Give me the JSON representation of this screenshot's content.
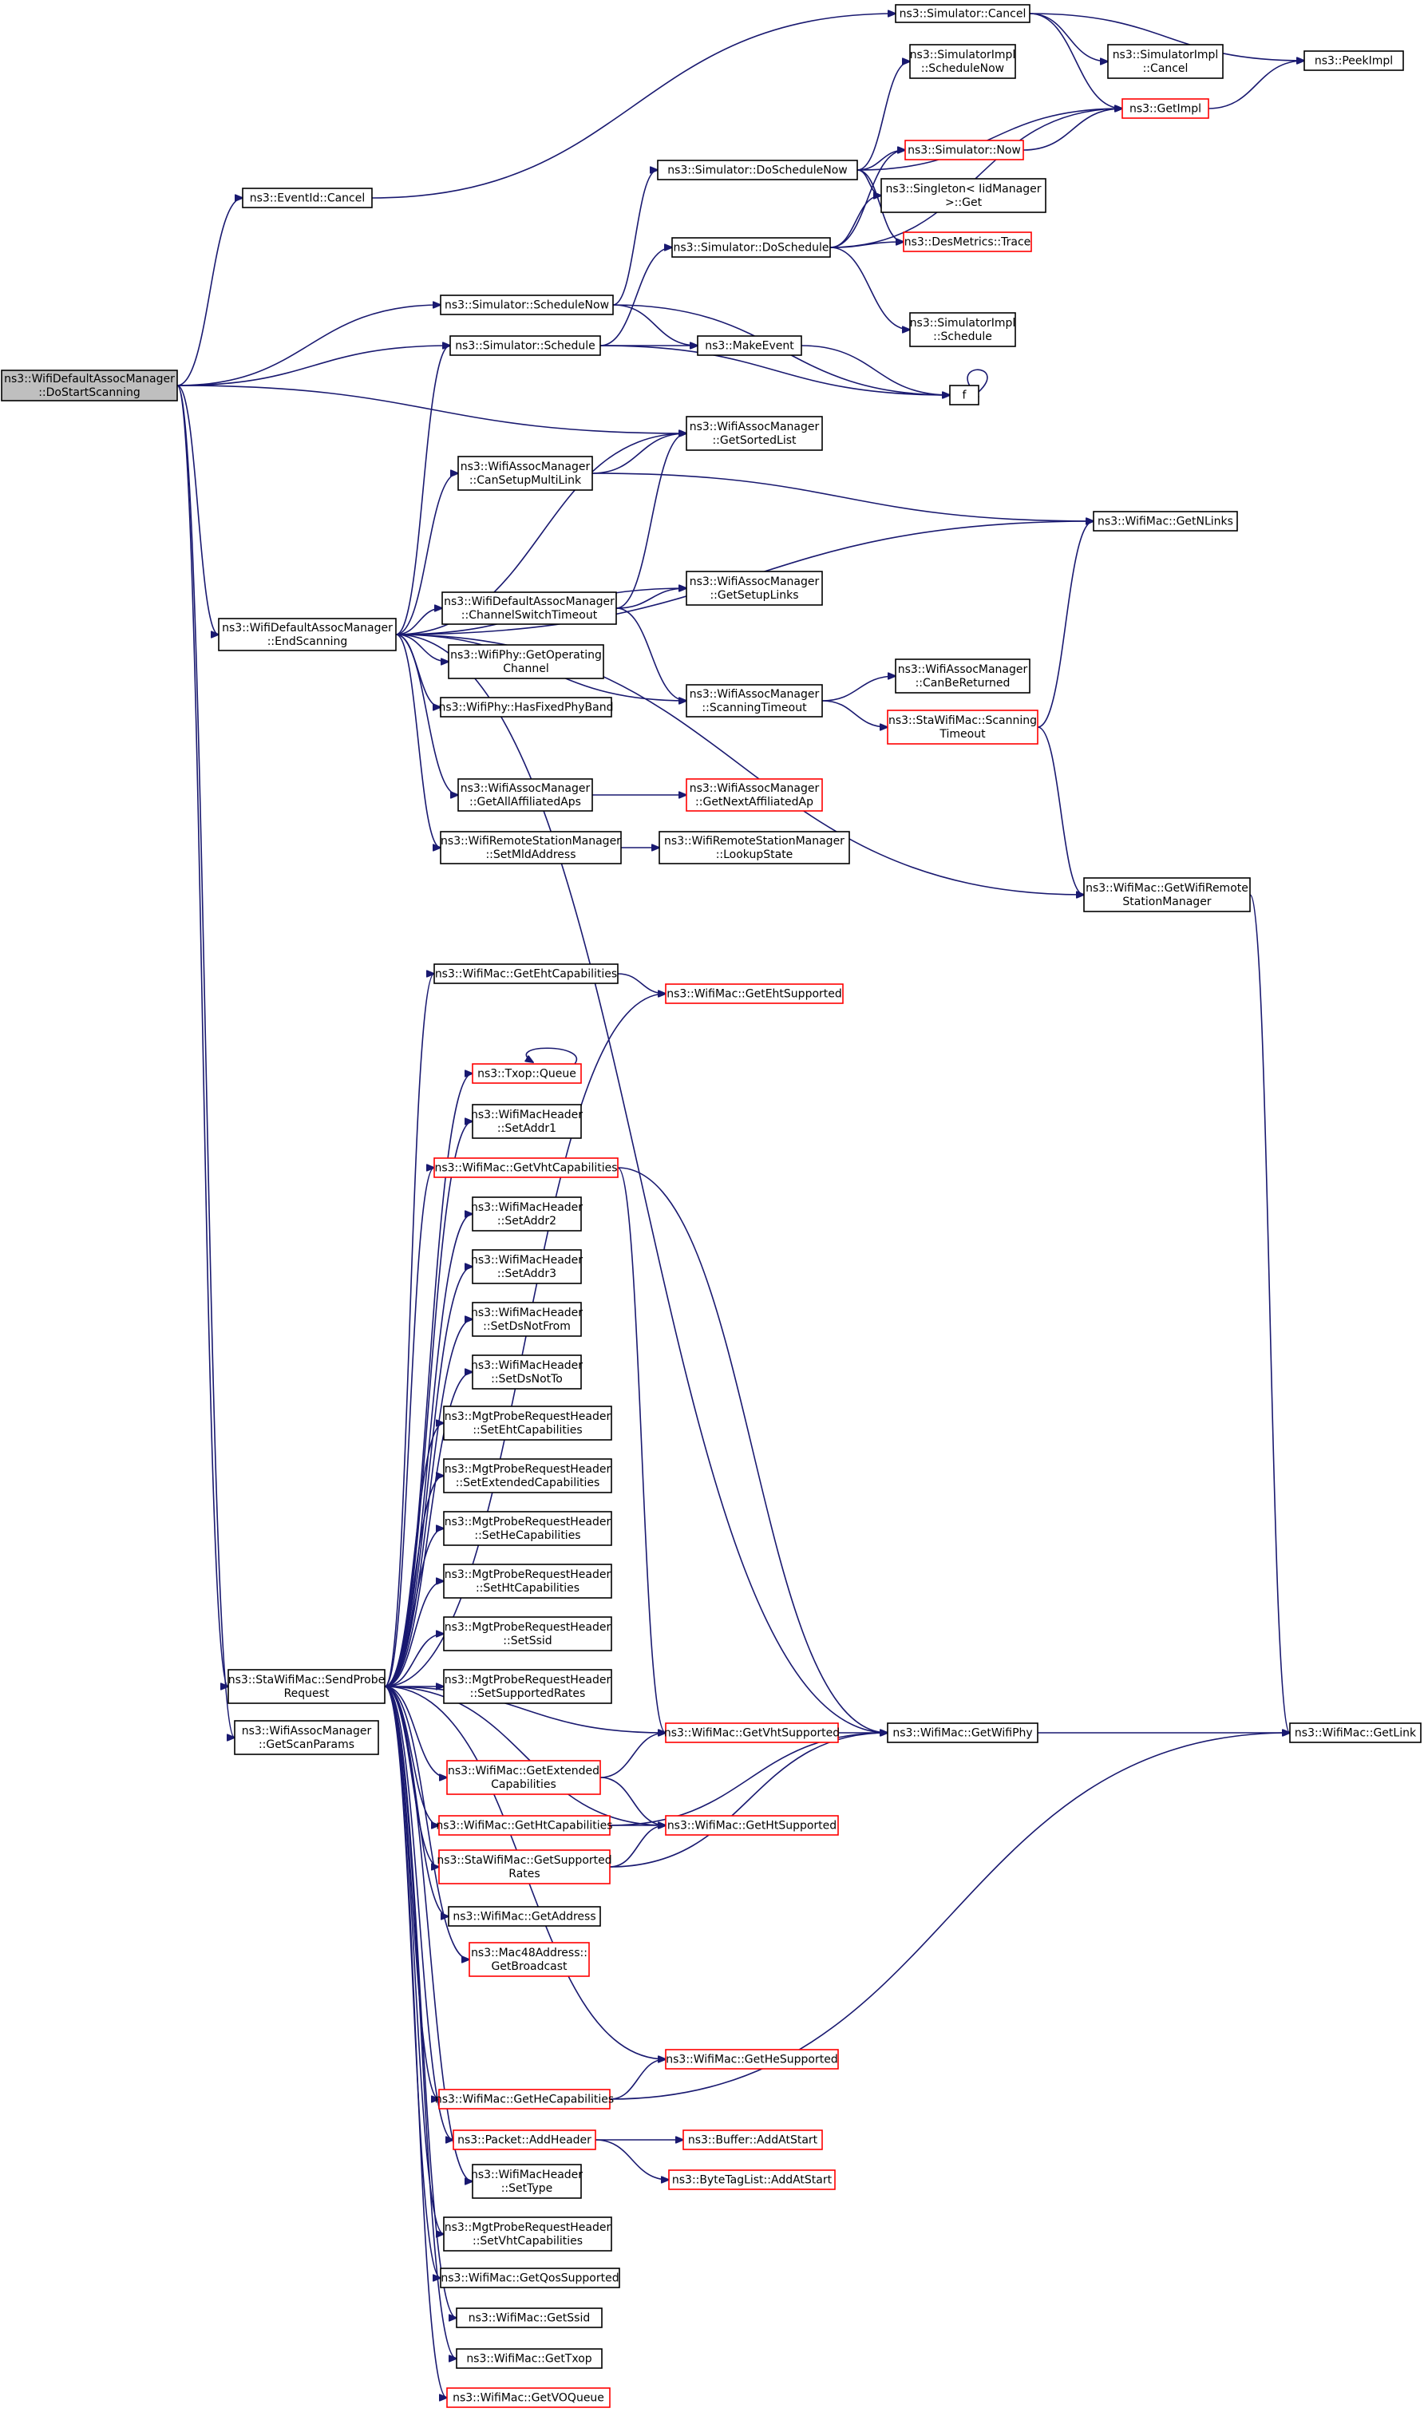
{
  "diagram": {
    "nodes": [
      {
        "id": "root",
        "lines": [
          "ns3::WifiDefaultAssocManager",
          "::DoStartScanning"
        ],
        "color": "root"
      },
      {
        "id": "simcancel",
        "lines": [
          "ns3::Simulator::Cancel"
        ],
        "color": "black"
      },
      {
        "id": "implcancel",
        "lines": [
          "ns3::SimulatorImpl",
          "::Cancel"
        ],
        "color": "black"
      },
      {
        "id": "peekimpl",
        "lines": [
          "ns3::PeekImpl"
        ],
        "color": "black"
      },
      {
        "id": "getimpl",
        "lines": [
          "ns3::GetImpl"
        ],
        "color": "red"
      },
      {
        "id": "implschednow",
        "lines": [
          "ns3::SimulatorImpl",
          "::ScheduleNow"
        ],
        "color": "black"
      },
      {
        "id": "eventcancel",
        "lines": [
          "ns3::EventId::Cancel"
        ],
        "color": "black"
      },
      {
        "id": "doschednow",
        "lines": [
          "ns3::Simulator::DoScheduleNow"
        ],
        "color": "black"
      },
      {
        "id": "simnow",
        "lines": [
          "ns3::Simulator::Now"
        ],
        "color": "red"
      },
      {
        "id": "singleton",
        "lines": [
          "ns3::Singleton< IidManager",
          ">::Get"
        ],
        "color": "black"
      },
      {
        "id": "dosched",
        "lines": [
          "ns3::Simulator::DoSchedule"
        ],
        "color": "black"
      },
      {
        "id": "desmetrics",
        "lines": [
          "ns3::DesMetrics::Trace"
        ],
        "color": "red"
      },
      {
        "id": "schednow",
        "lines": [
          "ns3::Simulator::ScheduleNow"
        ],
        "color": "black"
      },
      {
        "id": "implsched",
        "lines": [
          "ns3::SimulatorImpl",
          "::Schedule"
        ],
        "color": "black"
      },
      {
        "id": "sched",
        "lines": [
          "ns3::Simulator::Schedule"
        ],
        "color": "black"
      },
      {
        "id": "makeevent",
        "lines": [
          "ns3::MakeEvent"
        ],
        "color": "black"
      },
      {
        "id": "f",
        "lines": [
          "f"
        ],
        "color": "black"
      },
      {
        "id": "sortedlist",
        "lines": [
          "ns3::WifiAssocManager",
          "::GetSortedList"
        ],
        "color": "black"
      },
      {
        "id": "cansetup",
        "lines": [
          "ns3::WifiAssocManager",
          "::CanSetupMultiLink"
        ],
        "color": "black"
      },
      {
        "id": "getnlinks",
        "lines": [
          "ns3::WifiMac::GetNLinks"
        ],
        "color": "black"
      },
      {
        "id": "endscan",
        "lines": [
          "ns3::WifiDefaultAssocManager",
          "::EndScanning"
        ],
        "color": "black"
      },
      {
        "id": "chanswitch",
        "lines": [
          "ns3::WifiDefaultAssocManager",
          "::ChannelSwitchTimeout"
        ],
        "color": "black"
      },
      {
        "id": "setuplinks",
        "lines": [
          "ns3::WifiAssocManager",
          "::GetSetupLinks"
        ],
        "color": "black"
      },
      {
        "id": "getopchan",
        "lines": [
          "ns3::WifiPhy::GetOperating",
          "Channel"
        ],
        "color": "black"
      },
      {
        "id": "canbereturned",
        "lines": [
          "ns3::WifiAssocManager",
          "::CanBeReturned"
        ],
        "color": "black"
      },
      {
        "id": "hasfixed",
        "lines": [
          "ns3::WifiPhy::HasFixedPhyBand"
        ],
        "color": "black"
      },
      {
        "id": "scantimeout",
        "lines": [
          "ns3::WifiAssocManager",
          "::ScanningTimeout"
        ],
        "color": "black"
      },
      {
        "id": "stascantimeout",
        "lines": [
          "ns3::StaWifiMac::Scanning",
          "Timeout"
        ],
        "color": "red"
      },
      {
        "id": "allaffiliated",
        "lines": [
          "ns3::WifiAssocManager",
          "::GetAllAffiliatedAps"
        ],
        "color": "black"
      },
      {
        "id": "nextaffiliated",
        "lines": [
          "ns3::WifiAssocManager",
          "::GetNextAffiliatedAp"
        ],
        "color": "red"
      },
      {
        "id": "setmld",
        "lines": [
          "ns3::WifiRemoteStationManager",
          "::SetMldAddress"
        ],
        "color": "black"
      },
      {
        "id": "lookup",
        "lines": [
          "ns3::WifiRemoteStationManager",
          "::LookupState"
        ],
        "color": "black"
      },
      {
        "id": "getrsm",
        "lines": [
          "ns3::WifiMac::GetWifiRemote",
          "StationManager"
        ],
        "color": "black"
      },
      {
        "id": "getehtcap",
        "lines": [
          "ns3::WifiMac::GetEhtCapabilities"
        ],
        "color": "black"
      },
      {
        "id": "getehtsup",
        "lines": [
          "ns3::WifiMac::GetEhtSupported"
        ],
        "color": "red"
      },
      {
        "id": "txopqueue",
        "lines": [
          "ns3::Txop::Queue"
        ],
        "color": "red"
      },
      {
        "id": "setaddr1",
        "lines": [
          "ns3::WifiMacHeader",
          "::SetAddr1"
        ],
        "color": "black"
      },
      {
        "id": "getvhtcap",
        "lines": [
          "ns3::WifiMac::GetVhtCapabilities"
        ],
        "color": "red"
      },
      {
        "id": "setaddr2",
        "lines": [
          "ns3::WifiMacHeader",
          "::SetAddr2"
        ],
        "color": "black"
      },
      {
        "id": "setaddr3",
        "lines": [
          "ns3::WifiMacHeader",
          "::SetAddr3"
        ],
        "color": "black"
      },
      {
        "id": "setdsnotfrom",
        "lines": [
          "ns3::WifiMacHeader",
          "::SetDsNotFrom"
        ],
        "color": "black"
      },
      {
        "id": "setdsnotto",
        "lines": [
          "ns3::WifiMacHeader",
          "::SetDsNotTo"
        ],
        "color": "black"
      },
      {
        "id": "setehtcaps",
        "lines": [
          "ns3::MgtProbeRequestHeader",
          "::SetEhtCapabilities"
        ],
        "color": "black"
      },
      {
        "id": "setextcaps",
        "lines": [
          "ns3::MgtProbeRequestHeader",
          "::SetExtendedCapabilities"
        ],
        "color": "black"
      },
      {
        "id": "sethecaps",
        "lines": [
          "ns3::MgtProbeRequestHeader",
          "::SetHeCapabilities"
        ],
        "color": "black"
      },
      {
        "id": "sethtcaps",
        "lines": [
          "ns3::MgtProbeRequestHeader",
          "::SetHtCapabilities"
        ],
        "color": "black"
      },
      {
        "id": "setssid",
        "lines": [
          "ns3::MgtProbeRequestHeader",
          "::SetSsid"
        ],
        "color": "black"
      },
      {
        "id": "sendprobe",
        "lines": [
          "ns3::StaWifiMac::SendProbe",
          "Request"
        ],
        "color": "black"
      },
      {
        "id": "setsuprates",
        "lines": [
          "ns3::MgtProbeRequestHeader",
          "::SetSupportedRates"
        ],
        "color": "black"
      },
      {
        "id": "getscanparams",
        "lines": [
          "ns3::WifiAssocManager",
          "::GetScanParams"
        ],
        "color": "black"
      },
      {
        "id": "getvhtsup",
        "lines": [
          "ns3::WifiMac::GetVhtSupported"
        ],
        "color": "red"
      },
      {
        "id": "getwifiphy",
        "lines": [
          "ns3::WifiMac::GetWifiPhy"
        ],
        "color": "black"
      },
      {
        "id": "getlink",
        "lines": [
          "ns3::WifiMac::GetLink"
        ],
        "color": "black"
      },
      {
        "id": "getextcap",
        "lines": [
          "ns3::WifiMac::GetExtended",
          "Capabilities"
        ],
        "color": "red"
      },
      {
        "id": "gethtcap",
        "lines": [
          "ns3::WifiMac::GetHtCapabilities"
        ],
        "color": "red"
      },
      {
        "id": "gethtsup",
        "lines": [
          "ns3::WifiMac::GetHtSupported"
        ],
        "color": "red"
      },
      {
        "id": "getsuprates",
        "lines": [
          "ns3::StaWifiMac::GetSupported",
          "Rates"
        ],
        "color": "red"
      },
      {
        "id": "getaddress",
        "lines": [
          "ns3::WifiMac::GetAddress"
        ],
        "color": "black"
      },
      {
        "id": "getbroadcast",
        "lines": [
          "ns3::Mac48Address::",
          "GetBroadcast"
        ],
        "color": "red"
      },
      {
        "id": "gethesup",
        "lines": [
          "ns3::WifiMac::GetHeSupported"
        ],
        "color": "red"
      },
      {
        "id": "gethecap",
        "lines": [
          "ns3::WifiMac::GetHeCapabilities"
        ],
        "color": "red"
      },
      {
        "id": "addheader",
        "lines": [
          "ns3::Packet::AddHeader"
        ],
        "color": "red"
      },
      {
        "id": "addatstart",
        "lines": [
          "ns3::Buffer::AddAtStart"
        ],
        "color": "red"
      },
      {
        "id": "bytetag",
        "lines": [
          "ns3::ByteTagList::AddAtStart"
        ],
        "color": "red"
      },
      {
        "id": "settype",
        "lines": [
          "ns3::WifiMacHeader",
          "::SetType"
        ],
        "color": "black"
      },
      {
        "id": "setvhtcaps",
        "lines": [
          "ns3::MgtProbeRequestHeader",
          "::SetVhtCapabilities"
        ],
        "color": "black"
      },
      {
        "id": "getqos",
        "lines": [
          "ns3::WifiMac::GetQosSupported"
        ],
        "color": "black"
      },
      {
        "id": "getssid",
        "lines": [
          "ns3::WifiMac::GetSsid"
        ],
        "color": "black"
      },
      {
        "id": "gettxop",
        "lines": [
          "ns3::WifiMac::GetTxop"
        ],
        "color": "black"
      },
      {
        "id": "getvoqueue",
        "lines": [
          "ns3::WifiMac::GetVOQueue"
        ],
        "color": "red"
      }
    ],
    "edges": [
      [
        "root",
        "eventcancel"
      ],
      [
        "root",
        "schednow"
      ],
      [
        "root",
        "sched"
      ],
      [
        "root",
        "sortedlist"
      ],
      [
        "root",
        "endscan"
      ],
      [
        "root",
        "sendprobe"
      ],
      [
        "root",
        "getscanparams"
      ],
      [
        "eventcancel",
        "simcancel"
      ],
      [
        "simcancel",
        "implcancel"
      ],
      [
        "simcancel",
        "peekimpl"
      ],
      [
        "simcancel",
        "getimpl"
      ],
      [
        "getimpl",
        "peekimpl"
      ],
      [
        "schednow",
        "doschednow"
      ],
      [
        "schednow",
        "makeevent"
      ],
      [
        "schednow",
        "f"
      ],
      [
        "doschednow",
        "implschednow"
      ],
      [
        "doschednow",
        "getimpl"
      ],
      [
        "doschednow",
        "simnow"
      ],
      [
        "doschednow",
        "singleton"
      ],
      [
        "doschednow",
        "desmetrics"
      ],
      [
        "simnow",
        "getimpl"
      ],
      [
        "sched",
        "dosched"
      ],
      [
        "sched",
        "makeevent"
      ],
      [
        "sched",
        "f"
      ],
      [
        "dosched",
        "getimpl"
      ],
      [
        "dosched",
        "simnow"
      ],
      [
        "dosched",
        "singleton"
      ],
      [
        "dosched",
        "desmetrics"
      ],
      [
        "dosched",
        "implsched"
      ],
      [
        "makeevent",
        "f"
      ],
      [
        "f",
        "f"
      ],
      [
        "endscan",
        "sched"
      ],
      [
        "endscan",
        "sortedlist"
      ],
      [
        "endscan",
        "cansetup"
      ],
      [
        "endscan",
        "getnlinks"
      ],
      [
        "endscan",
        "chanswitch"
      ],
      [
        "endscan",
        "setuplinks"
      ],
      [
        "endscan",
        "getopchan"
      ],
      [
        "endscan",
        "hasfixed"
      ],
      [
        "endscan",
        "scantimeout"
      ],
      [
        "endscan",
        "allaffiliated"
      ],
      [
        "endscan",
        "setmld"
      ],
      [
        "endscan",
        "getrsm"
      ],
      [
        "endscan",
        "getwifiphy"
      ],
      [
        "cansetup",
        "sortedlist"
      ],
      [
        "cansetup",
        "getnlinks"
      ],
      [
        "chanswitch",
        "sortedlist"
      ],
      [
        "chanswitch",
        "setuplinks"
      ],
      [
        "chanswitch",
        "scantimeout"
      ],
      [
        "scantimeout",
        "canbereturned"
      ],
      [
        "scantimeout",
        "stascantimeout"
      ],
      [
        "stascantimeout",
        "getnlinks"
      ],
      [
        "stascantimeout",
        "getrsm"
      ],
      [
        "allaffiliated",
        "nextaffiliated"
      ],
      [
        "setmld",
        "lookup"
      ],
      [
        "getrsm",
        "getlink"
      ],
      [
        "sendprobe",
        "getehtcap"
      ],
      [
        "sendprobe",
        "getehtsup"
      ],
      [
        "sendprobe",
        "txopqueue"
      ],
      [
        "sendprobe",
        "setaddr1"
      ],
      [
        "sendprobe",
        "getvhtcap"
      ],
      [
        "sendprobe",
        "setaddr2"
      ],
      [
        "sendprobe",
        "setaddr3"
      ],
      [
        "sendprobe",
        "setdsnotfrom"
      ],
      [
        "sendprobe",
        "setdsnotto"
      ],
      [
        "sendprobe",
        "setehtcaps"
      ],
      [
        "sendprobe",
        "setextcaps"
      ],
      [
        "sendprobe",
        "sethecaps"
      ],
      [
        "sendprobe",
        "sethtcaps"
      ],
      [
        "sendprobe",
        "setssid"
      ],
      [
        "sendprobe",
        "setsuprates"
      ],
      [
        "sendprobe",
        "getvhtsup"
      ],
      [
        "sendprobe",
        "getextcap"
      ],
      [
        "sendprobe",
        "gethtcap"
      ],
      [
        "sendprobe",
        "gethtsup"
      ],
      [
        "sendprobe",
        "getsuprates"
      ],
      [
        "sendprobe",
        "getaddress"
      ],
      [
        "sendprobe",
        "getbroadcast"
      ],
      [
        "sendprobe",
        "gethesup"
      ],
      [
        "sendprobe",
        "gethecap"
      ],
      [
        "sendprobe",
        "addheader"
      ],
      [
        "sendprobe",
        "settype"
      ],
      [
        "sendprobe",
        "setvhtcaps"
      ],
      [
        "sendprobe",
        "getqos"
      ],
      [
        "sendprobe",
        "getssid"
      ],
      [
        "sendprobe",
        "gettxop"
      ],
      [
        "sendprobe",
        "getvoqueue"
      ],
      [
        "getehtcap",
        "getehtsup"
      ],
      [
        "txopqueue",
        "txopqueue"
      ],
      [
        "getvhtcap",
        "getvhtsup"
      ],
      [
        "getvhtcap",
        "getwifiphy"
      ],
      [
        "getvhtsup",
        "getwifiphy"
      ],
      [
        "getwifiphy",
        "getlink"
      ],
      [
        "getextcap",
        "getvhtsup"
      ],
      [
        "getextcap",
        "gethtsup"
      ],
      [
        "gethtcap",
        "gethtsup"
      ],
      [
        "gethtcap",
        "getwifiphy"
      ],
      [
        "getsuprates",
        "gethtsup"
      ],
      [
        "getsuprates",
        "getwifiphy"
      ],
      [
        "gethecap",
        "gethesup"
      ],
      [
        "gethecap",
        "getlink"
      ],
      [
        "addheader",
        "addatstart"
      ],
      [
        "addheader",
        "bytetag"
      ]
    ]
  }
}
